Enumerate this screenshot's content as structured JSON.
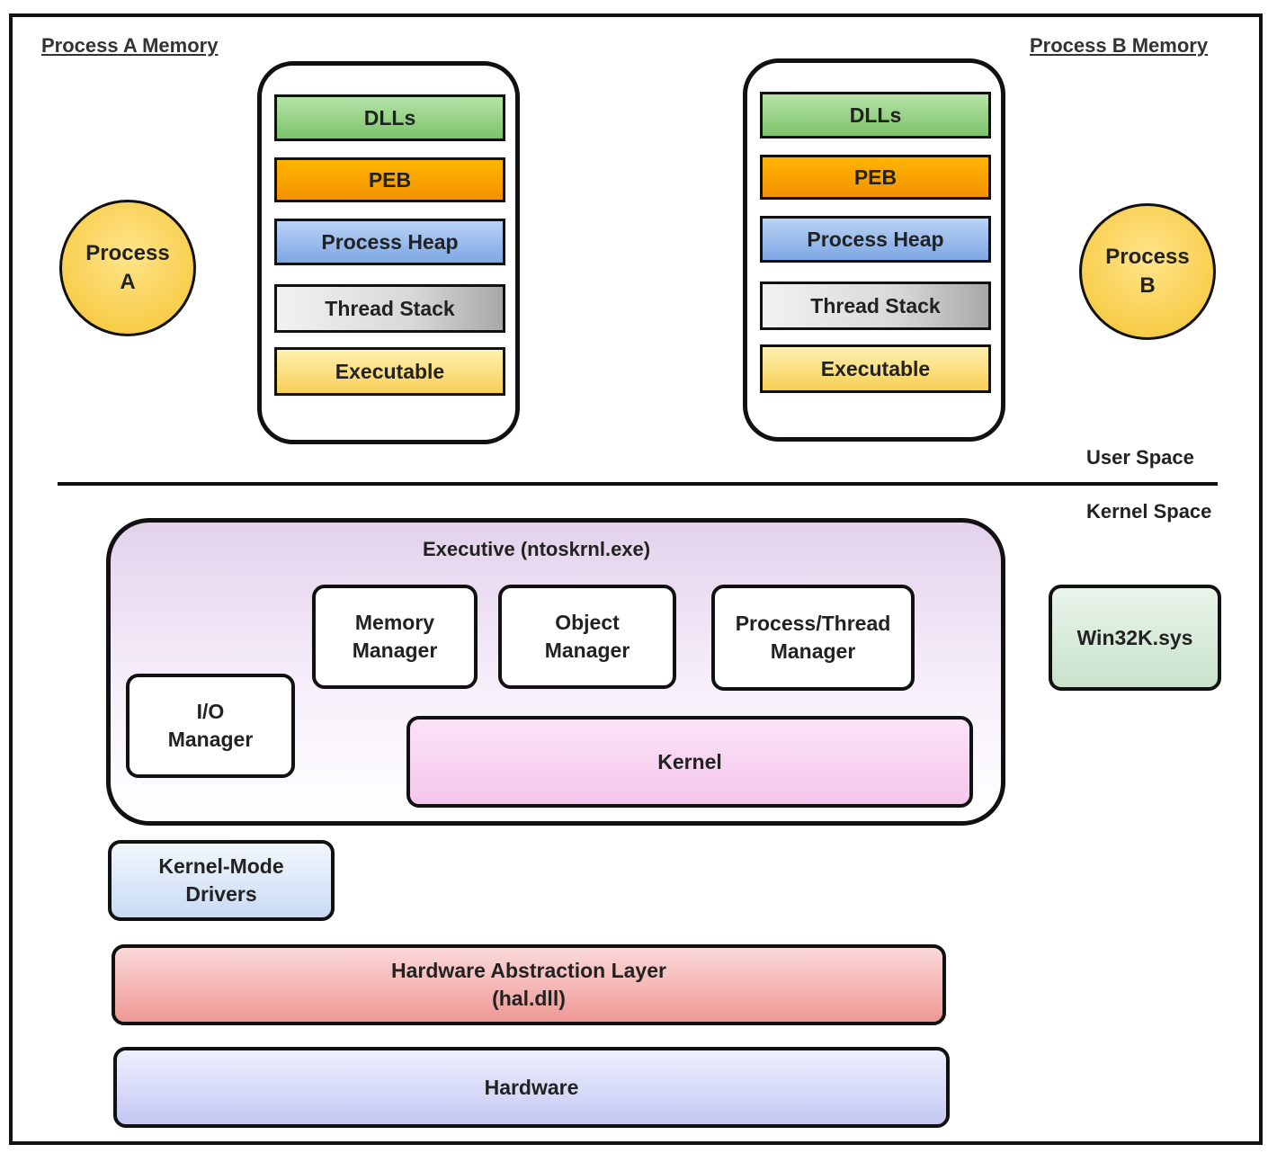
{
  "process_a": {
    "memory_title": "Process A Memory",
    "circle_line1": "Process",
    "circle_line2": "A",
    "segments": {
      "dlls": "DLLs",
      "peb": "PEB",
      "heap": "Process Heap",
      "stack": "Thread Stack",
      "exe": "Executable"
    }
  },
  "process_b": {
    "memory_title": "Process B Memory",
    "circle_line1": "Process",
    "circle_line2": "B",
    "segments": {
      "dlls": "DLLs",
      "peb": "PEB",
      "heap": "Process Heap",
      "stack": "Thread Stack",
      "exe": "Executable"
    }
  },
  "spaces": {
    "user": "User Space",
    "kernel": "Kernel Space"
  },
  "executive": {
    "title": "Executive (ntoskrnl.exe)",
    "memory_manager": [
      "Memory",
      "Manager"
    ],
    "object_manager": [
      "Object",
      "Manager"
    ],
    "process_thread_manager": [
      "Process/Thread",
      "Manager"
    ],
    "io_manager": [
      "I/O",
      "Manager"
    ],
    "kernel": "Kernel"
  },
  "win32k": "Win32K.sys",
  "kernel_mode_drivers": [
    "Kernel-Mode",
    "Drivers"
  ],
  "hal": [
    "Hardware Abstraction Layer",
    "(hal.dll)"
  ],
  "hardware": "Hardware"
}
